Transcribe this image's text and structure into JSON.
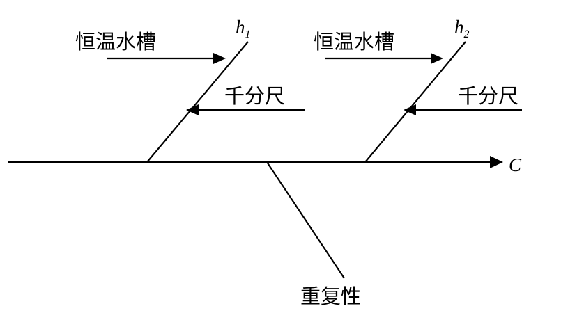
{
  "diagram": {
    "type": "cause-and-effect",
    "effect_label": "C",
    "bones": [
      {
        "label_main": "h",
        "label_sub": "1",
        "causes": [
          "恒温水槽",
          "千分尺"
        ]
      },
      {
        "label_main": "h",
        "label_sub": "2",
        "causes": [
          "恒温水槽",
          "千分尺"
        ]
      },
      {
        "label": "重复性"
      }
    ]
  },
  "colors": {
    "stroke": "#000000",
    "background": "#ffffff"
  }
}
